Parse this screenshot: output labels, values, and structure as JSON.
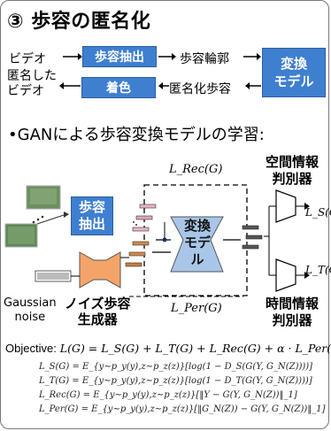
{
  "title": "③ 歩容の匿名化",
  "pipeline": {
    "row1": {
      "input": "ビデオ",
      "step": "歩容抽出",
      "output": "歩容輪郭"
    },
    "row2": {
      "output": "匿名した\nビデオ",
      "step": "着色",
      "input": "匿名化歩容"
    },
    "model": "変換\nモデル"
  },
  "section_title": "•GANによる歩容変換モデルの学習:",
  "diagram": {
    "loss_rec": "L_Rec(G)",
    "loss_per": "L_Per(G)",
    "extract_label": "歩容\n抽出",
    "model_label": "変換\nモデル",
    "noise_label": "Gaussian\nnoise",
    "generator_label": "ノイズ歩容\n生成器",
    "spatial_disc": "空間情報\n判別器",
    "temporal_disc": "時間情報\n判別器",
    "loss_s": "L_S(G",
    "loss_t": "L_T(G"
  },
  "formulas": {
    "objective_label": "Objective:",
    "objective": "L(G) = L_S(G) + L_T(G) + L_Rec(G) + α · L_Per(G",
    "ls": "L_S(G) = E_{y∼p_y(y),z∼p_z(z)}[log(1 − D_S(G(Y, G_N(Z))))]",
    "lt": "L_T(G) = E_{y∼p_y(y),z∼p_z(z)}[log(1 − D_T(G(Y, G_N(Z))))]",
    "lrec": "L_Rec(G) = E_{y∼p_y(y),z∼p_z(z)}[‖Y − G(Y, G_N(Z))‖_1]",
    "lper": "L_Per(G) = E_{y∼p_y(y),z∼p_z(z)}[‖G_N(Z)) − G(Y, G_N(Z))‖_1]"
  },
  "colors": {
    "box_blue": "#3f7fd0",
    "generator_orange": "#f4a468",
    "model_blue": "#a9c6e8"
  }
}
